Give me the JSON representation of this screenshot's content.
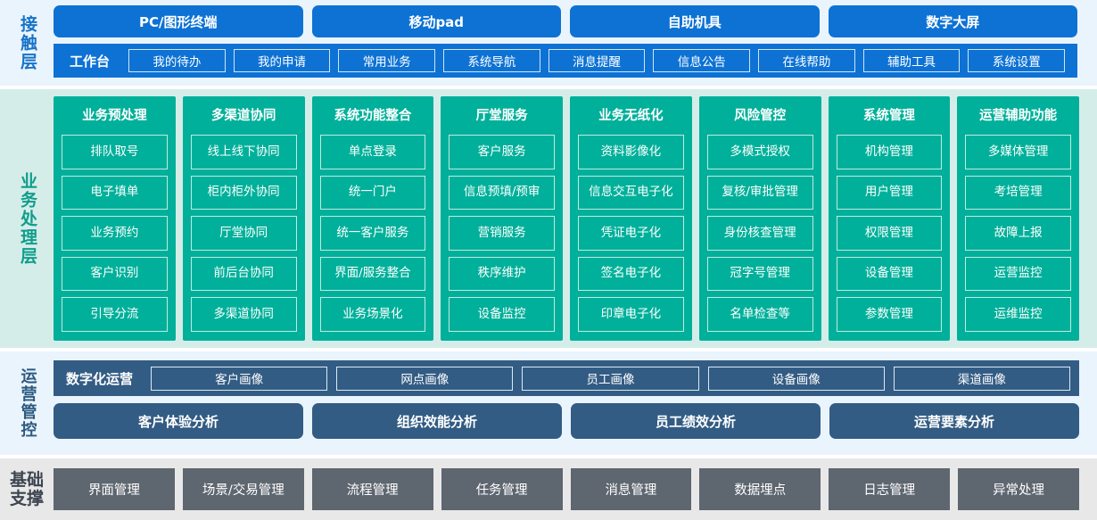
{
  "colors": {
    "contact_blue": "#0d72d4",
    "contact_bg": "#eaf4fd",
    "business_teal": "#00b09a",
    "business_bg": "#d5ede8",
    "ops_slate": "#335c84",
    "ops_bg": "#eaf4fd",
    "base_gray": "#5e6670",
    "base_bg": "#e8e8e8"
  },
  "contact_layer": {
    "side_label": "接触层",
    "channels": [
      {
        "label": "PC/图形终端"
      },
      {
        "label": "移动pad"
      },
      {
        "label": "自助机具"
      },
      {
        "label": "数字大屏"
      }
    ],
    "workbench_title": "工作台",
    "workbench_items": [
      {
        "label": "我的待办"
      },
      {
        "label": "我的申请"
      },
      {
        "label": "常用业务"
      },
      {
        "label": "系统导航"
      },
      {
        "label": "消息提醒"
      },
      {
        "label": "信息公告"
      },
      {
        "label": "在线帮助"
      },
      {
        "label": "辅助工具"
      },
      {
        "label": "系统设置"
      }
    ]
  },
  "business_layer": {
    "side_label": "业务处理层",
    "columns": [
      {
        "title": "业务预处理",
        "items": [
          {
            "label": "排队取号"
          },
          {
            "label": "电子填单"
          },
          {
            "label": "业务预约"
          },
          {
            "label": "客户识别"
          },
          {
            "label": "引导分流"
          }
        ]
      },
      {
        "title": "多渠道协同",
        "items": [
          {
            "label": "线上线下协同"
          },
          {
            "label": "柜内柜外协同"
          },
          {
            "label": "厅堂协同"
          },
          {
            "label": "前后台协同"
          },
          {
            "label": "多渠道协同"
          }
        ]
      },
      {
        "title": "系统功能整合",
        "items": [
          {
            "label": "单点登录"
          },
          {
            "label": "统一门户"
          },
          {
            "label": "统一客户服务"
          },
          {
            "label": "界面/服务整合"
          },
          {
            "label": "业务场景化"
          }
        ]
      },
      {
        "title": "厅堂服务",
        "items": [
          {
            "label": "客户服务"
          },
          {
            "label": "信息预填/预审"
          },
          {
            "label": "营销服务"
          },
          {
            "label": "秩序维护"
          },
          {
            "label": "设备监控"
          }
        ]
      },
      {
        "title": "业务无纸化",
        "items": [
          {
            "label": "资料影像化"
          },
          {
            "label": "信息交互电子化"
          },
          {
            "label": "凭证电子化"
          },
          {
            "label": "签名电子化"
          },
          {
            "label": "印章电子化"
          }
        ]
      },
      {
        "title": "风险管控",
        "items": [
          {
            "label": "多模式授权"
          },
          {
            "label": "复核/审批管理"
          },
          {
            "label": "身份核查管理"
          },
          {
            "label": "冠字号管理"
          },
          {
            "label": "名单检查等"
          }
        ]
      },
      {
        "title": "系统管理",
        "items": [
          {
            "label": "机构管理"
          },
          {
            "label": "用户管理"
          },
          {
            "label": "权限管理"
          },
          {
            "label": "设备管理"
          },
          {
            "label": "参数管理"
          }
        ]
      },
      {
        "title": "运营辅助功能",
        "items": [
          {
            "label": "多媒体管理"
          },
          {
            "label": "考培管理"
          },
          {
            "label": "故障上报"
          },
          {
            "label": "运营监控"
          },
          {
            "label": "运维监控"
          }
        ]
      }
    ]
  },
  "ops_layer": {
    "side_label": "运营管控",
    "portraits_title": "数字化运营",
    "portraits": [
      {
        "label": "客户画像"
      },
      {
        "label": "网点画像"
      },
      {
        "label": "员工画像"
      },
      {
        "label": "设备画像"
      },
      {
        "label": "渠道画像"
      }
    ],
    "analyses": [
      {
        "label": "客户体验分析"
      },
      {
        "label": "组织效能分析"
      },
      {
        "label": "员工绩效分析"
      },
      {
        "label": "运营要素分析"
      }
    ]
  },
  "base_layer": {
    "side_label": "基础支撑",
    "items": [
      {
        "label": "界面管理"
      },
      {
        "label": "场景/交易管理"
      },
      {
        "label": "流程管理"
      },
      {
        "label": "任务管理"
      },
      {
        "label": "消息管理"
      },
      {
        "label": "数据埋点"
      },
      {
        "label": "日志管理"
      },
      {
        "label": "异常处理"
      }
    ]
  }
}
